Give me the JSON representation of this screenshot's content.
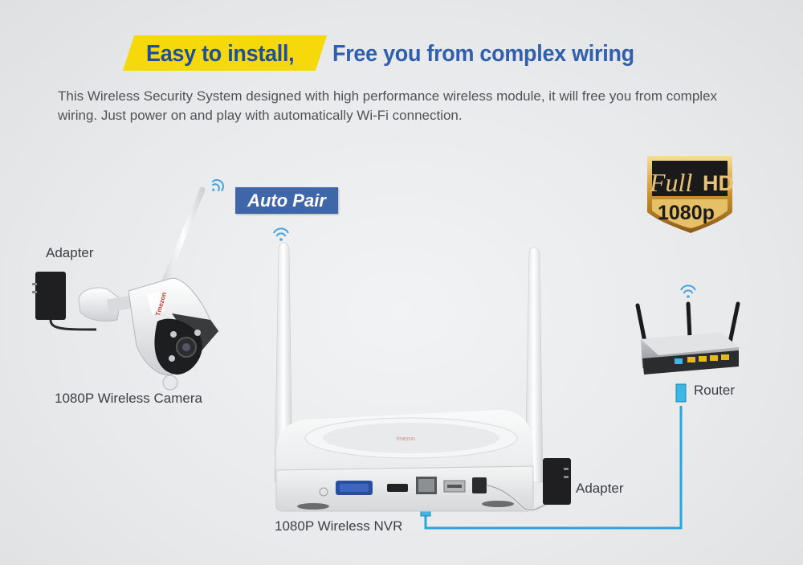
{
  "headline": {
    "part1": "Easy to install,",
    "part2": "Free you from complex wiring"
  },
  "description": "This Wireless Security System designed with high performance wireless module, it will free you from complex wiring. Just power on and play with automatically Wi-Fi connection.",
  "badge": {
    "full": "Full",
    "hd": "HD",
    "resolution": "1080p"
  },
  "auto_pair": "Auto Pair",
  "labels": {
    "adapter_left": "Adapter",
    "camera": "1080P Wireless Camera",
    "nvr": "1080P Wireless NVR",
    "adapter_right": "Adapter",
    "router": "Router"
  },
  "camera_brand": "Tmezon",
  "colors": {
    "headline_yellow": "#f5d90a",
    "headline_blue": "#2f5fad",
    "auto_pair_bg": "#3e66a8",
    "cable_blue": "#2aa5d8",
    "wifi_blue": "#4aa3df"
  }
}
